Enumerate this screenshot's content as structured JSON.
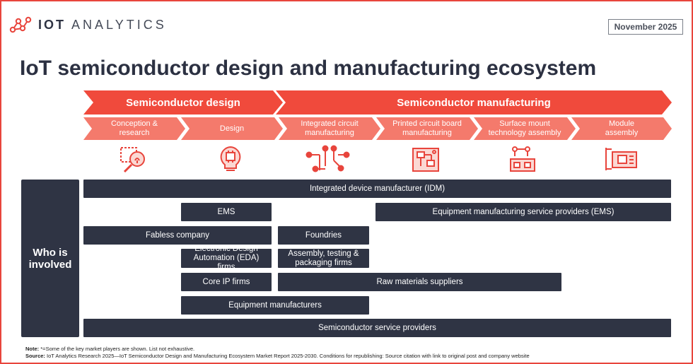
{
  "brand": {
    "logo_bold": "IOT",
    "logo_light": "ANALYTICS"
  },
  "date": "November 2025",
  "title": "IoT semiconductor design and manufacturing ecosystem",
  "stages": {
    "design": "Semiconductor design",
    "manufacturing": "Semiconductor manufacturing"
  },
  "steps": [
    "Conception & research",
    "Design",
    "Integrated circuit manufacturing",
    "Printed circuit board manufacturing",
    "Surface mount technology assembly",
    "Module assembly"
  ],
  "icons": [
    "research-icon",
    "chip-bulb-icon",
    "circuit-icon",
    "pcb-icon",
    "smt-robot-icon",
    "module-icon"
  ],
  "who_label": "Who is involved",
  "roles": {
    "idm": "Integrated device manufacturer (IDM)",
    "ems": "EMS",
    "ems_full": "Equipment manufacturing service providers (EMS)",
    "fabless": "Fabless company",
    "foundries": "Foundries",
    "eda": "Electronic Design Automation (EDA) firms",
    "atp": "Assembly, testing & packaging firms",
    "core_ip": "Core IP firms",
    "raw": "Raw materials suppliers",
    "equipment": "Equipment manufacturers",
    "service": "Semiconductor service providers"
  },
  "footer": {
    "note_label": "Note:",
    "note": "*=Some of the key market players are shown. List not exhaustive.",
    "source_label": "Source:",
    "source": "IoT Analytics Research 2025—IoT Semiconductor Design and Manufacturing Ecosystem Market Report 2025-2030. Conditions for republishing: Source citation with link to original post and company website"
  },
  "colors": {
    "accent": "#f04a3c",
    "accent_light": "#f47a6c",
    "dark": "#2f3444"
  }
}
